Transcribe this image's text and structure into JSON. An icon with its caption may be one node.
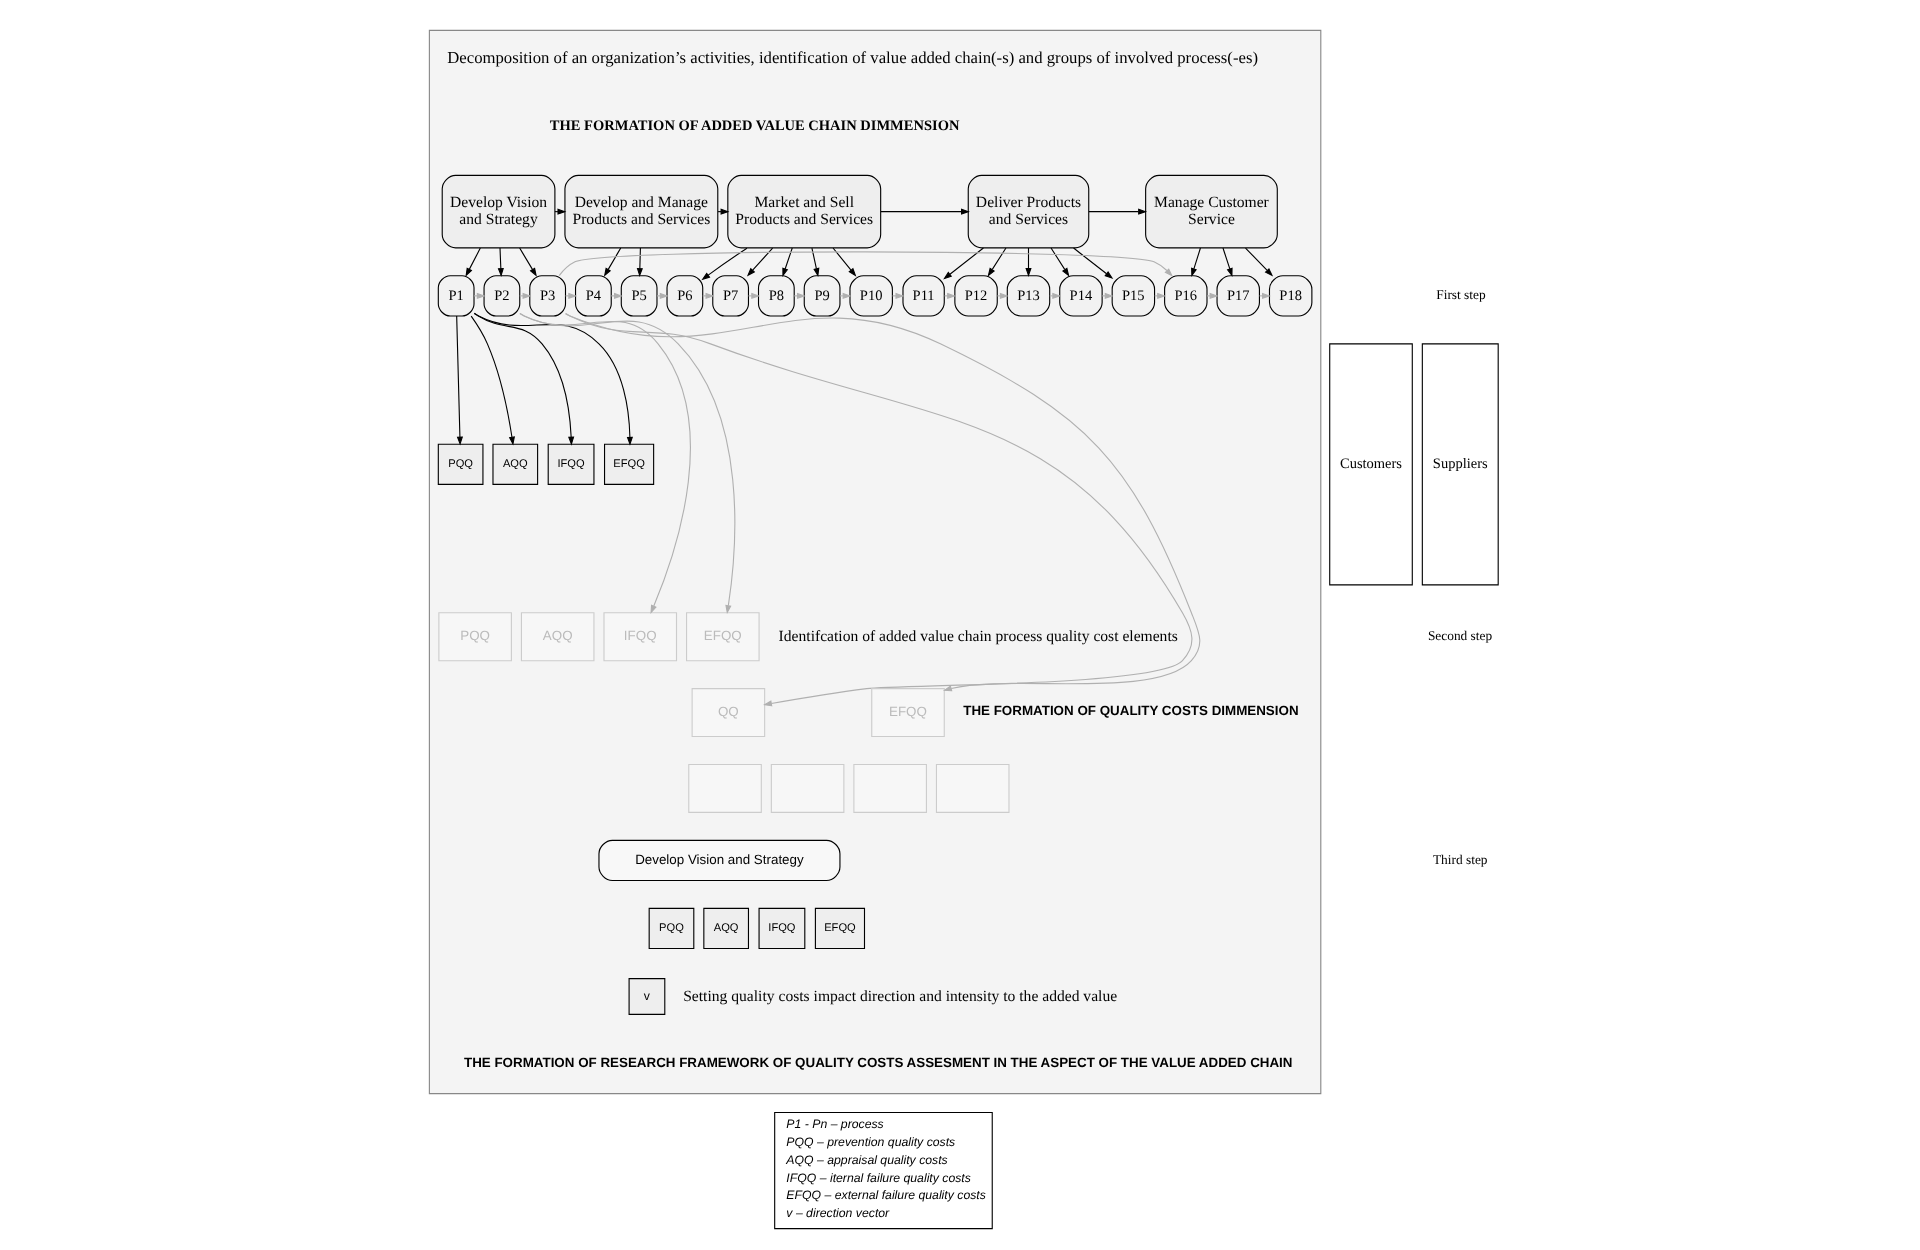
{
  "diagram": {
    "nodes": [
      {
        "text": [],
        "shape": "box"
      },
      {
        "text": [
          "Develop Vision and Strategy"
        ],
        "in": 0
      },
      {
        "text": [
          "Develop and Manage Products and Services"
        ],
        "in": 0
      },
      {
        "text": [
          "Market and Sell Products and Services"
        ],
        "in": 0
      },
      {
        "text": [
          "Deliver Products and Services"
        ],
        "in": 0
      },
      {
        "text": [
          "Manage Customer Service"
        ],
        "in": 0
      },
      {
        "text": [
          "P1"
        ],
        "in": 0
      },
      {
        "text": [
          "P2"
        ],
        "in": 0
      },
      {
        "text": [
          "P3"
        ],
        "in": 0
      },
      {
        "text": [
          "P4"
        ],
        "in": 0
      },
      {
        "text": [
          "P5"
        ],
        "in": 0
      },
      {
        "text": [
          "P6"
        ],
        "in": 0
      },
      {
        "text": [
          "P7"
        ],
        "in": 0
      },
      {
        "text": [
          "P8"
        ],
        "in": 0
      },
      {
        "text": [
          "P9"
        ],
        "in": 0
      },
      {
        "text": [
          "P10"
        ],
        "in": 0
      },
      {
        "text": [
          "P11"
        ],
        "in": 0
      },
      {
        "text": [
          "P12"
        ],
        "in": 0
      },
      {
        "text": [
          "P13"
        ],
        "in": 0
      },
      {
        "text": [
          "P14"
        ],
        "in": 0
      },
      {
        "text": [
          "P15"
        ],
        "in": 0
      },
      {
        "text": [
          "P16"
        ],
        "in": 0
      },
      {
        "text": [
          "P17"
        ],
        "in": 0
      },
      {
        "text": [
          "P18"
        ],
        "in": 0
      },
      {
        "text": [
          "PQQ"
        ],
        "in": 0
      },
      {
        "text": [
          "AQQ"
        ],
        "in": 0
      },
      {
        "text": [
          "IFQQ"
        ],
        "in": 0
      },
      {
        "text": [
          "EFQQ"
        ],
        "in": 0
      },
      {
        "text": [
          "PQQ"
        ],
        "in": 0
      },
      {
        "text": [
          "AQQ"
        ],
        "in": 0
      },
      {
        "text": [
          "IFQQ"
        ],
        "in": 0
      },
      {
        "text": [
          "EFQQ"
        ],
        "in": 0
      },
      {
        "text": [
          "QQ"
        ],
        "in": 0
      },
      {
        "text": [
          "EFQQ"
        ],
        "in": 0
      },
      {
        "text": [],
        "shape": "box",
        "in": 0
      },
      {
        "text": [],
        "shape": "box",
        "in": 0
      },
      {
        "text": [],
        "shape": "box",
        "in": 0
      },
      {
        "text": [],
        "shape": "box",
        "in": 0
      },
      {
        "text": [
          "Develop Vision and Strategy"
        ],
        "in": 0
      },
      {
        "text": [
          "PQQ"
        ],
        "in": 0
      },
      {
        "text": [
          "AQQ"
        ],
        "in": 0
      },
      {
        "text": [
          "IFQQ"
        ],
        "in": 0
      },
      {
        "text": [
          "EFQQ"
        ],
        "in": 0
      },
      {
        "text": [
          "v"
        ],
        "in": 0
      },
      {
        "text": [
          "Suppliers"
        ]
      },
      {
        "text": [
          "Customers"
        ]
      }
    ],
    "edges": [
      {
        "from": 1,
        "to": 2,
        "arrow": "to"
      },
      {
        "from": 2,
        "to": 3,
        "arrow": "to"
      },
      {
        "from": 3,
        "to": 4,
        "arrow": "to"
      },
      {
        "from": 4,
        "to": 5,
        "arrow": "to"
      },
      {
        "from": 1,
        "to": 6,
        "arrow": "to"
      },
      {
        "from": 1,
        "to": 7,
        "arrow": "to"
      },
      {
        "from": 1,
        "to": 8,
        "arrow": "to"
      },
      {
        "from": 2,
        "to": 9,
        "arrow": "to"
      },
      {
        "from": 2,
        "to": 10,
        "arrow": "to"
      },
      {
        "from": 3,
        "to": 11,
        "arrow": "to"
      },
      {
        "from": 3,
        "to": 12,
        "arrow": "to"
      },
      {
        "from": 3,
        "to": 13,
        "arrow": "to"
      },
      {
        "from": 3,
        "to": 14,
        "arrow": "to"
      },
      {
        "from": 3,
        "to": 15,
        "arrow": "to"
      },
      {
        "from": 4,
        "to": 16,
        "arrow": "to"
      },
      {
        "from": 4,
        "to": 17,
        "arrow": "to"
      },
      {
        "from": 4,
        "to": 18,
        "arrow": "to"
      },
      {
        "from": 4,
        "to": 19,
        "arrow": "to"
      },
      {
        "from": 4,
        "to": 20,
        "arrow": "to"
      },
      {
        "from": 5,
        "to": 21,
        "arrow": "to"
      },
      {
        "from": 5,
        "to": 22,
        "arrow": "to"
      },
      {
        "from": 5,
        "to": 23,
        "arrow": "to"
      },
      {
        "from": 6,
        "to": 7,
        "arrow": "to",
        "color": "#b0b0b0"
      },
      {
        "from": 7,
        "to": 8,
        "arrow": "to",
        "color": "#b0b0b0"
      },
      {
        "from": 8,
        "to": 9,
        "arrow": "to",
        "color": "#b0b0b0"
      },
      {
        "from": 9,
        "to": 10,
        "arrow": "to",
        "color": "#b0b0b0"
      },
      {
        "from": 10,
        "to": 11,
        "arrow": "to",
        "color": "#b0b0b0"
      },
      {
        "from": 11,
        "to": 12,
        "arrow": "to",
        "color": "#b0b0b0"
      },
      {
        "from": 12,
        "to": 13,
        "arrow": "to",
        "color": "#b0b0b0"
      },
      {
        "from": 13,
        "to": 14,
        "arrow": "to",
        "color": "#b0b0b0"
      },
      {
        "from": 14,
        "to": 15,
        "arrow": "to",
        "color": "#b0b0b0"
      },
      {
        "from": 15,
        "to": 16,
        "arrow": "to",
        "color": "#b0b0b0"
      },
      {
        "from": 16,
        "to": 17,
        "arrow": "to",
        "color": "#b0b0b0"
      },
      {
        "from": 17,
        "to": 18,
        "arrow": "to",
        "color": "#b0b0b0"
      },
      {
        "from": 18,
        "to": 19,
        "arrow": "to",
        "color": "#b0b0b0"
      },
      {
        "from": 19,
        "to": 20,
        "arrow": "to",
        "color": "#b0b0b0"
      },
      {
        "from": 20,
        "to": 21,
        "arrow": "to",
        "color": "#b0b0b0"
      },
      {
        "from": 21,
        "to": 22,
        "arrow": "to",
        "color": "#b0b0b0"
      },
      {
        "from": 22,
        "to": 23,
        "arrow": "to",
        "color": "#b0b0b0"
      },
      {
        "from": 8,
        "to": 21,
        "arrow": "to",
        "color": "#b0b0b0"
      },
      {
        "from": 6,
        "to": 24,
        "arrow": "to"
      },
      {
        "from": 6,
        "to": 25,
        "arrow": "to"
      },
      {
        "from": 6,
        "to": 26,
        "arrow": "to"
      },
      {
        "from": 6,
        "to": 27,
        "arrow": "to"
      },
      {
        "from": 7,
        "to": 30,
        "arrow": "to",
        "color": "#b0b0b0"
      },
      {
        "from": 7,
        "to": 31,
        "arrow": "to",
        "color": "#b0b0b0"
      },
      {
        "from": 8,
        "to": 32,
        "arrow": "to",
        "color": "#b0b0b0"
      },
      {
        "from": 8,
        "to": 33,
        "arrow": "to",
        "color": "#b0b0b0"
      }
    ],
    "labels": [
      "Decomposition of an organization’s activities, identification of value added chain(-s) and groups of involved process(-es)",
      "THE FORMATION OF ADDED VALUE CHAIN DIMMENSION",
      "First step",
      "Second step",
      "Identifcation of added value chain process quality cost elements",
      "THE FORMATION OF QUALITY COSTS DIMMENSION",
      "Third step",
      "Setting quality costs impact direction and intensity to the added value",
      "THE FORMATION OF RESEARCH FRAMEWORK OF QUALITY COSTS ASSESMENT IN THE ASPECT OF THE VALUE ADDED CHAIN",
      "P1 - Pn – process",
      "PQQ – prevention quality costs",
      "AQQ – appraisal quality costs",
      "IFQQ – iternal failure quality costs",
      "EFQQ – external failure quality costs",
      "v – direction vector"
    ]
  }
}
